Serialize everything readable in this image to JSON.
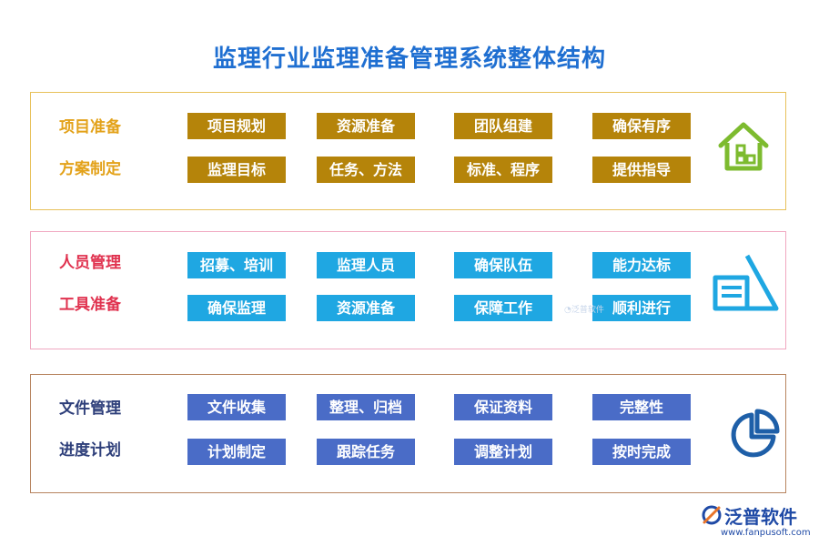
{
  "title": "监理行业监理准备管理系统整体结构",
  "sections": [
    {
      "rows": [
        {
          "label": "项目准备",
          "items": [
            "项目规划",
            "资源准备",
            "团队组建",
            "确保有序"
          ]
        },
        {
          "label": "方案制定",
          "items": [
            "监理目标",
            "任务、方法",
            "标准、程序",
            "提供指导"
          ]
        }
      ],
      "icon": "house-icon",
      "icon_color": "#7dbb2f"
    },
    {
      "rows": [
        {
          "label": "人员管理",
          "items": [
            "招募、培训",
            "监理人员",
            "确保队伍",
            "能力达标"
          ]
        },
        {
          "label": "工具准备",
          "items": [
            "确保监理",
            "资源准备",
            "保障工作",
            "顺利进行"
          ]
        }
      ],
      "icon": "pyramid-stack-icon",
      "icon_color": "#1fa7e2"
    },
    {
      "rows": [
        {
          "label": "文件管理",
          "items": [
            "文件收集",
            "整理、归档",
            "保证资料",
            "完整性"
          ]
        },
        {
          "label": "进度计划",
          "items": [
            "计划制定",
            "跟踪任务",
            "调整计划",
            "按时完成"
          ]
        }
      ],
      "icon": "pie-chart-icon",
      "icon_color": "#1e5fa8"
    }
  ],
  "brand": {
    "name": "泛普软件",
    "url": "www.fanpusoft.com",
    "color": "#1f4aa6"
  },
  "colors": {
    "title": "#1f6fd1",
    "section1_box": "#b5840a",
    "section2_box": "#1fa7e2",
    "section3_box": "#4a6cc7",
    "section1_label": "#e3a21a",
    "section2_label": "#e0324f",
    "section3_label": "#2e3f7a"
  }
}
